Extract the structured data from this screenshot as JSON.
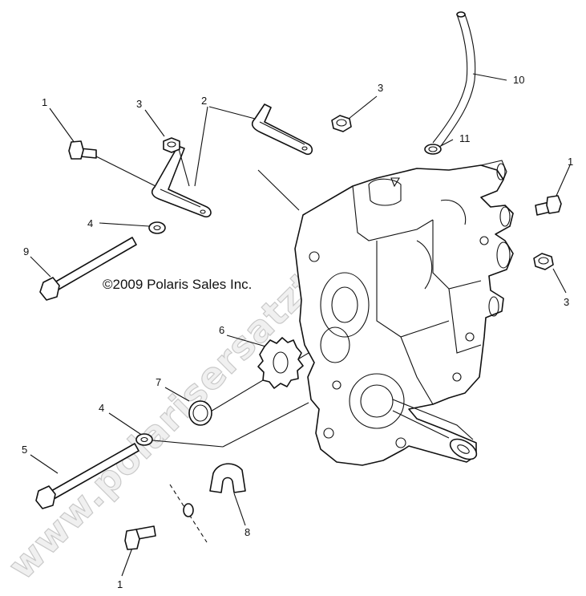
{
  "copyright": "©2009 Polaris Sales Inc.",
  "watermark": "www.polarisersatzteile.de",
  "callouts": [
    {
      "id": "c1a",
      "text": "1"
    },
    {
      "id": "c3a",
      "text": "3"
    },
    {
      "id": "c2",
      "text": "2"
    },
    {
      "id": "c3b",
      "text": "3"
    },
    {
      "id": "c10",
      "text": "10"
    },
    {
      "id": "c11",
      "text": "11"
    },
    {
      "id": "c1b",
      "text": "1"
    },
    {
      "id": "c4a",
      "text": "4"
    },
    {
      "id": "c9",
      "text": "9"
    },
    {
      "id": "c3c",
      "text": "3"
    },
    {
      "id": "c6",
      "text": "6"
    },
    {
      "id": "c7",
      "text": "7"
    },
    {
      "id": "c4b",
      "text": "4"
    },
    {
      "id": "c5",
      "text": "5"
    },
    {
      "id": "c8",
      "text": "8"
    },
    {
      "id": "c1c",
      "text": "1"
    }
  ]
}
